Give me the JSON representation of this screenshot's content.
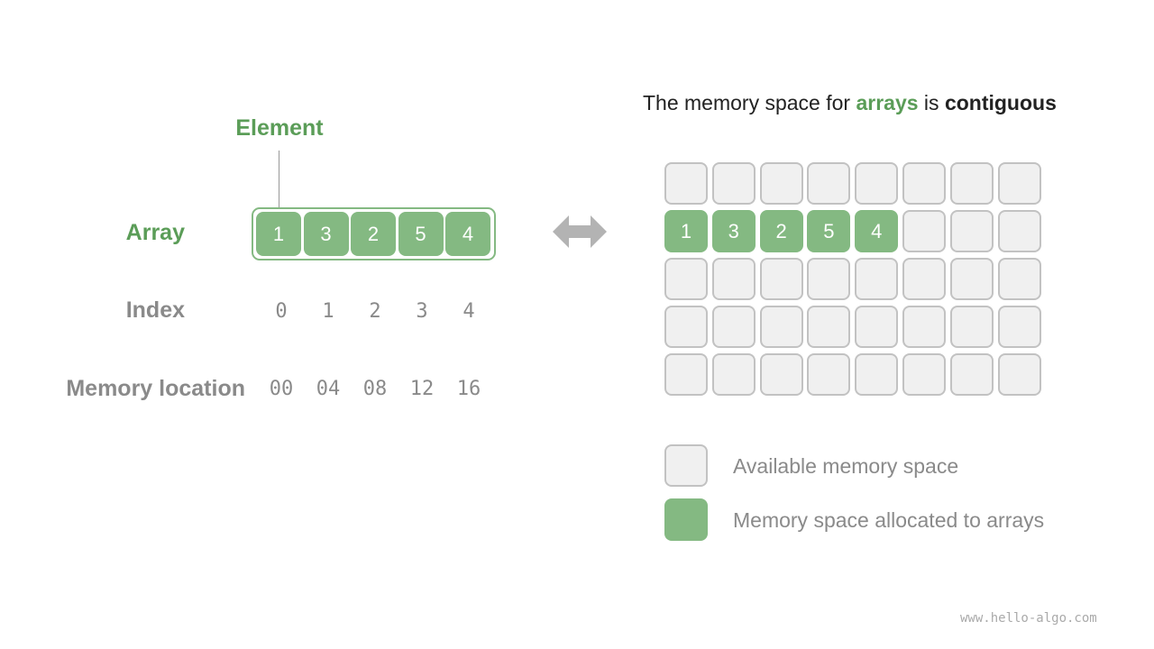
{
  "labels": {
    "element": "Element",
    "array": "Array",
    "index": "Index",
    "memory_location": "Memory location"
  },
  "array": [
    "1",
    "3",
    "2",
    "5",
    "4"
  ],
  "indices": [
    "0",
    "1",
    "2",
    "3",
    "4"
  ],
  "addresses": [
    "00",
    "04",
    "08",
    "12",
    "16"
  ],
  "title": {
    "prefix": "The memory space for ",
    "arrays": "arrays",
    "mid": " is ",
    "contiguous": "contiguous"
  },
  "grid": {
    "rows": 5,
    "cols": 8,
    "allocated_row": 1
  },
  "legend": {
    "available": "Available memory space",
    "allocated": "Memory space allocated to arrays"
  },
  "colors": {
    "allocated": "#84b982",
    "available": "#f0f0f0",
    "border": "#c2c2c2",
    "label_green": "#5b9d58",
    "text_gray": "#8a8a8a"
  },
  "watermark": "www.hello-algo.com"
}
